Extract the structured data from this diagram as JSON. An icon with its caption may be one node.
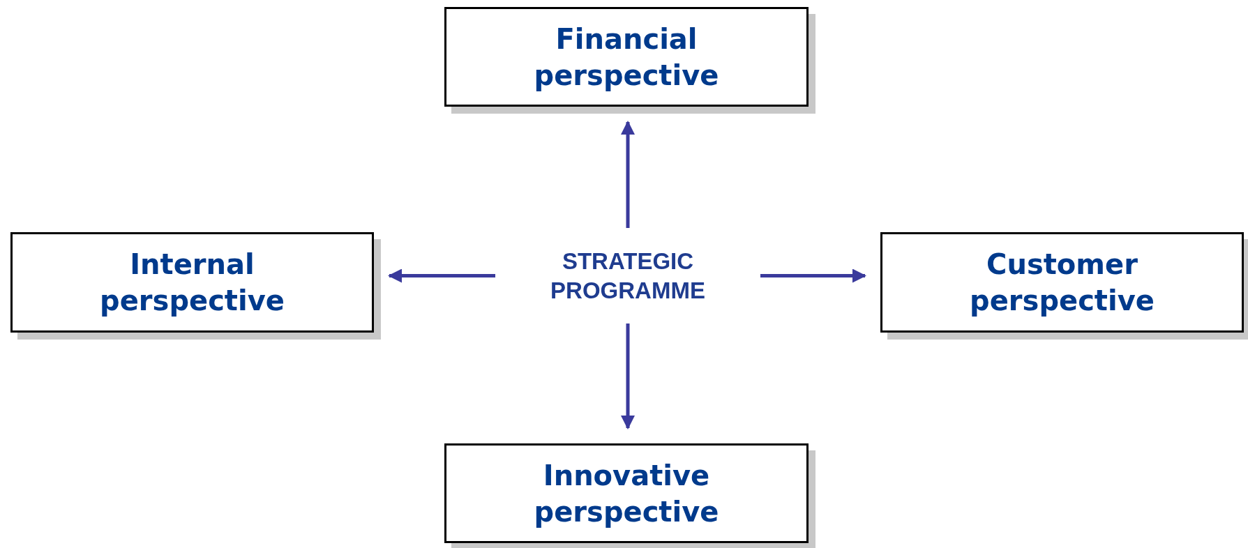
{
  "diagram": {
    "nodes": [
      {
        "text": [
          "Financial perspective"
        ]
      },
      {
        "text": [
          "Internal perspective"
        ]
      },
      {
        "text": [
          "STRATEGIC PROGRAMME"
        ]
      },
      {
        "text": [
          "Customer perspective"
        ]
      },
      {
        "text": [
          "Innovative perspective"
        ]
      }
    ],
    "edges": [
      {
        "from": 2,
        "to": 0,
        "arrow": "to"
      },
      {
        "from": 2,
        "to": 1,
        "arrow": "to"
      },
      {
        "from": 2,
        "to": 3,
        "arrow": "to"
      },
      {
        "from": 2,
        "to": 4,
        "arrow": "to"
      }
    ]
  }
}
